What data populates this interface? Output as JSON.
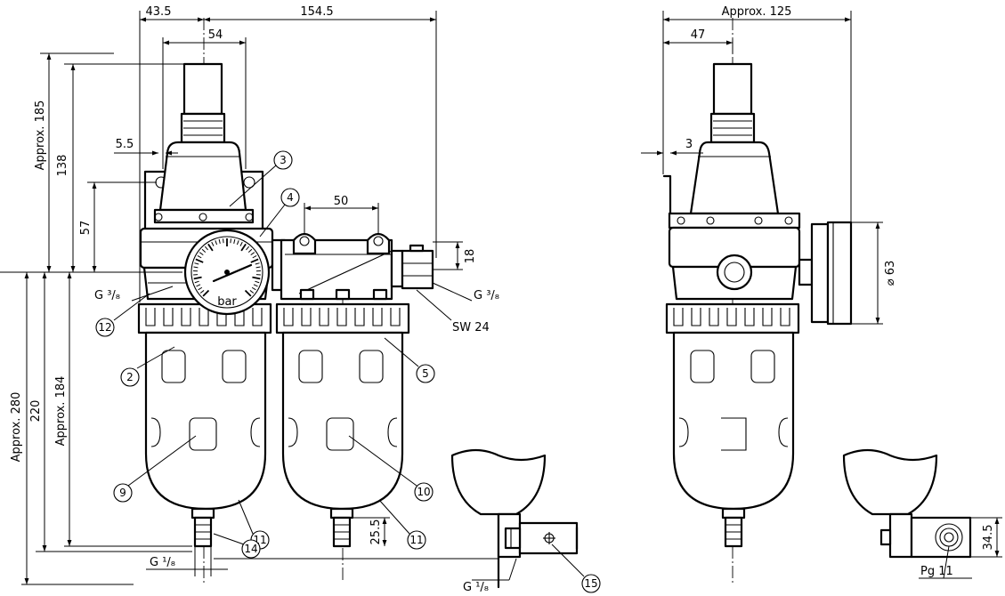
{
  "dimensions": {
    "d43_5": "43.5",
    "d154_5": "154.5",
    "d54": "54",
    "d5_5": "5.5",
    "approx185": "Approx. 185",
    "d138": "138",
    "d57": "57",
    "d50": "50",
    "d18": "18",
    "sw24": "SW 24",
    "approx280": "Approx. 280",
    "d220": "220",
    "approx184": "Approx. 184",
    "d25_5": "25.5",
    "approx125": "Approx. 125",
    "d47": "47",
    "d3": "3",
    "dia63": "⌀ 63",
    "d34_5": "34.5",
    "pg11": "Pg 11"
  },
  "threads": {
    "g38_left": "G ³/₈",
    "g38_right": "G ³/₈",
    "g18_bottom": "G ¹/₈",
    "g18_drain": "G ¹/₈"
  },
  "gauge": {
    "unit": "bar"
  },
  "callouts": {
    "c2": "2",
    "c3": "3",
    "c4": "4",
    "c5": "5",
    "c9": "9",
    "c10": "10",
    "c11a": "11",
    "c11b": "11",
    "c12": "12",
    "c14": "14",
    "c15": "15"
  }
}
